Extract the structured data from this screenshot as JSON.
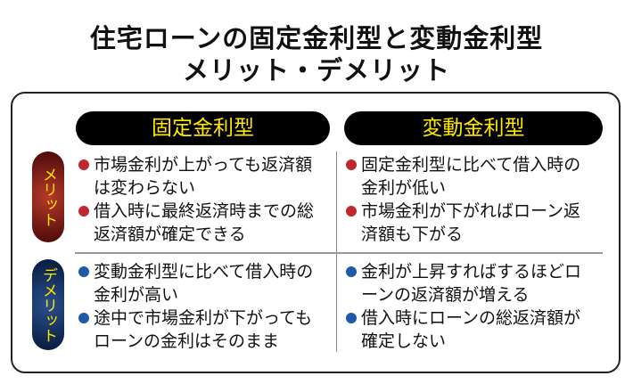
{
  "title": {
    "line1": "住宅ローンの固定金利型と変動金利型",
    "line2": "メリット・デメリット"
  },
  "columns": [
    "固定金利型",
    "変動金利型"
  ],
  "rows": [
    {
      "label": "メリット",
      "color": "#8b1a14",
      "fixed": [
        "市場金利が上がっても返済額は変わらない",
        "借入時に最終返済時までの総返済額が確定できる"
      ],
      "variable": [
        "固定金利型に比べて借入時の金利が低い",
        "市場金利が下がればローン返済額も下がる"
      ]
    },
    {
      "label": "デメリット",
      "color": "#0f2f66",
      "fixed": [
        "変動金利型に比べて借入時の金利が高い",
        "途中で市場金利が下がってもローンの金利はそのまま"
      ],
      "variable": [
        "金利が上昇すればするほどローンの返済額が増える",
        "借入時にローンの総返済額が確定しない"
      ]
    }
  ]
}
